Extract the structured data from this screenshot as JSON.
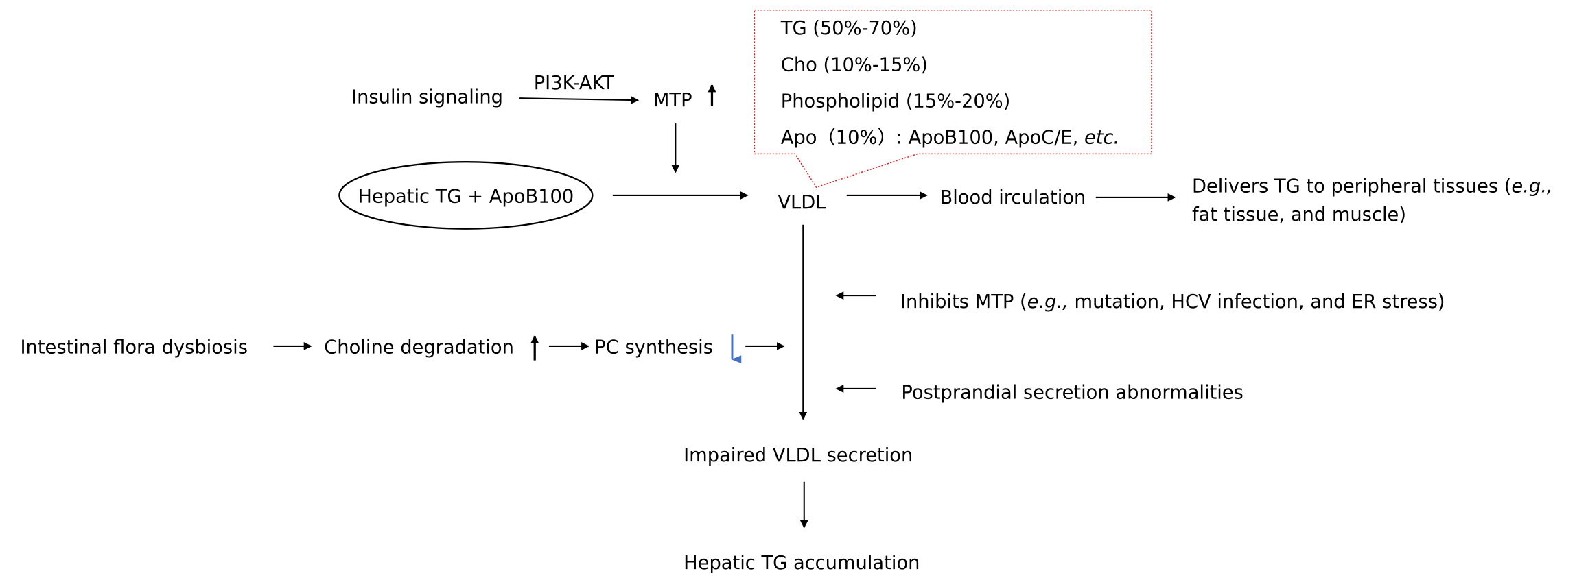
{
  "insulin": {
    "label": "Insulin signaling",
    "pathway": "PI3K-AKT",
    "target": "MTP"
  },
  "hepatic_input": "Hepatic TG + ApoB100",
  "vldl": "VLDL",
  "callout": {
    "line1": "TG (50%-70%)",
    "line2": "Cho (10%-15%)",
    "line3": "Phospholipid (15%-20%)",
    "line4_main": "Apo（10%）: ApoB100, ApoC/E, ",
    "line4_italic": "etc.",
    "border_color": "#e02020"
  },
  "blood": "Blood irculation",
  "delivers": {
    "line1_main": "Delivers TG to peripheral tissues (",
    "line1_italic": "e.g.,",
    "line2": "fat tissue, and muscle)"
  },
  "inhibits": {
    "prefix": "Inhibits MTP (",
    "italic": "e.g.,",
    "suffix": " mutation, HCV infection, and ER stress)"
  },
  "postprandial": "Postprandial secretion abnormalities",
  "flora": {
    "dysbiosis": "Intestinal flora dysbiosis",
    "choline": "Choline degradation",
    "pc": "PC synthesis",
    "down_arrow_color": "#4472c4"
  },
  "impaired": "Impaired VLDL secretion",
  "accumulation": "Hepatic TG accumulation"
}
